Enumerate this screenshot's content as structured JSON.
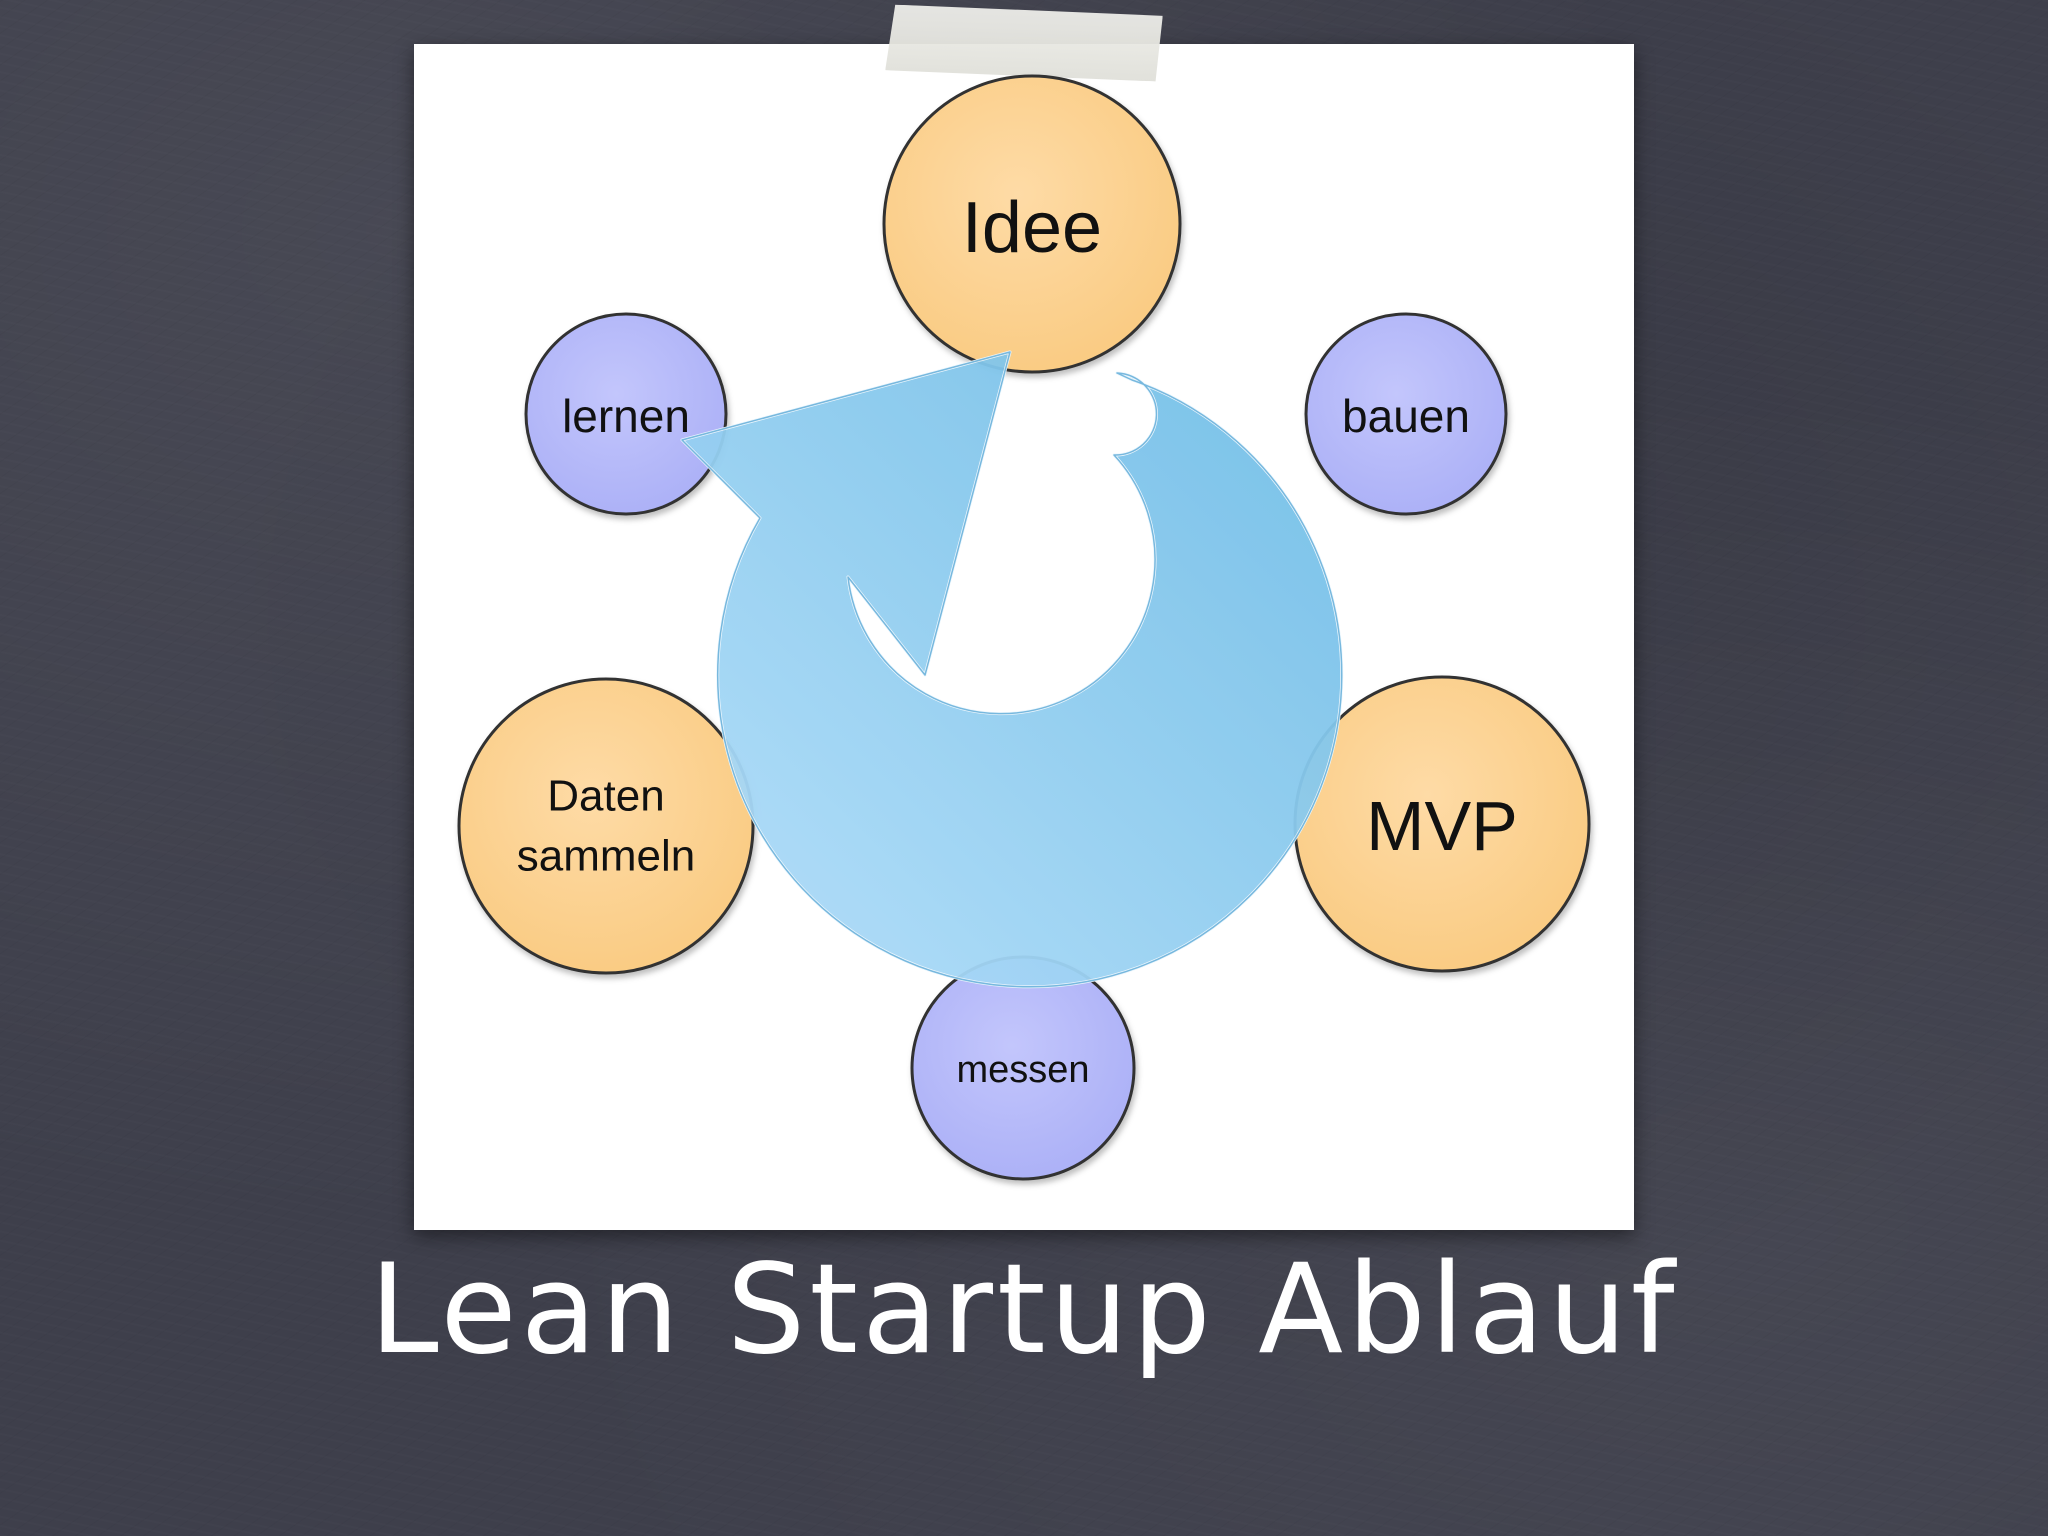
{
  "slide": {
    "title": "Lean Startup Ablauf",
    "background_color": "#3e3f4b"
  },
  "diagram": {
    "nodes": [
      {
        "id": "idee",
        "label": "Idee",
        "kind": "primary"
      },
      {
        "id": "bauen",
        "label": "bauen",
        "kind": "action"
      },
      {
        "id": "mvp",
        "label": "MVP",
        "kind": "primary"
      },
      {
        "id": "messen",
        "label": "messen",
        "kind": "action"
      },
      {
        "id": "daten",
        "label_lines": [
          "Daten",
          "sammeln"
        ],
        "kind": "primary"
      },
      {
        "id": "lernen",
        "label": "lernen",
        "kind": "action"
      }
    ],
    "colors": {
      "primary_fill": "#fdd496",
      "action_fill": "#b9bdfa",
      "outline": "#333333",
      "cycle_arrow": "#8fcdf0"
    },
    "cycle_arrow": "cycle-arrow-icon"
  }
}
